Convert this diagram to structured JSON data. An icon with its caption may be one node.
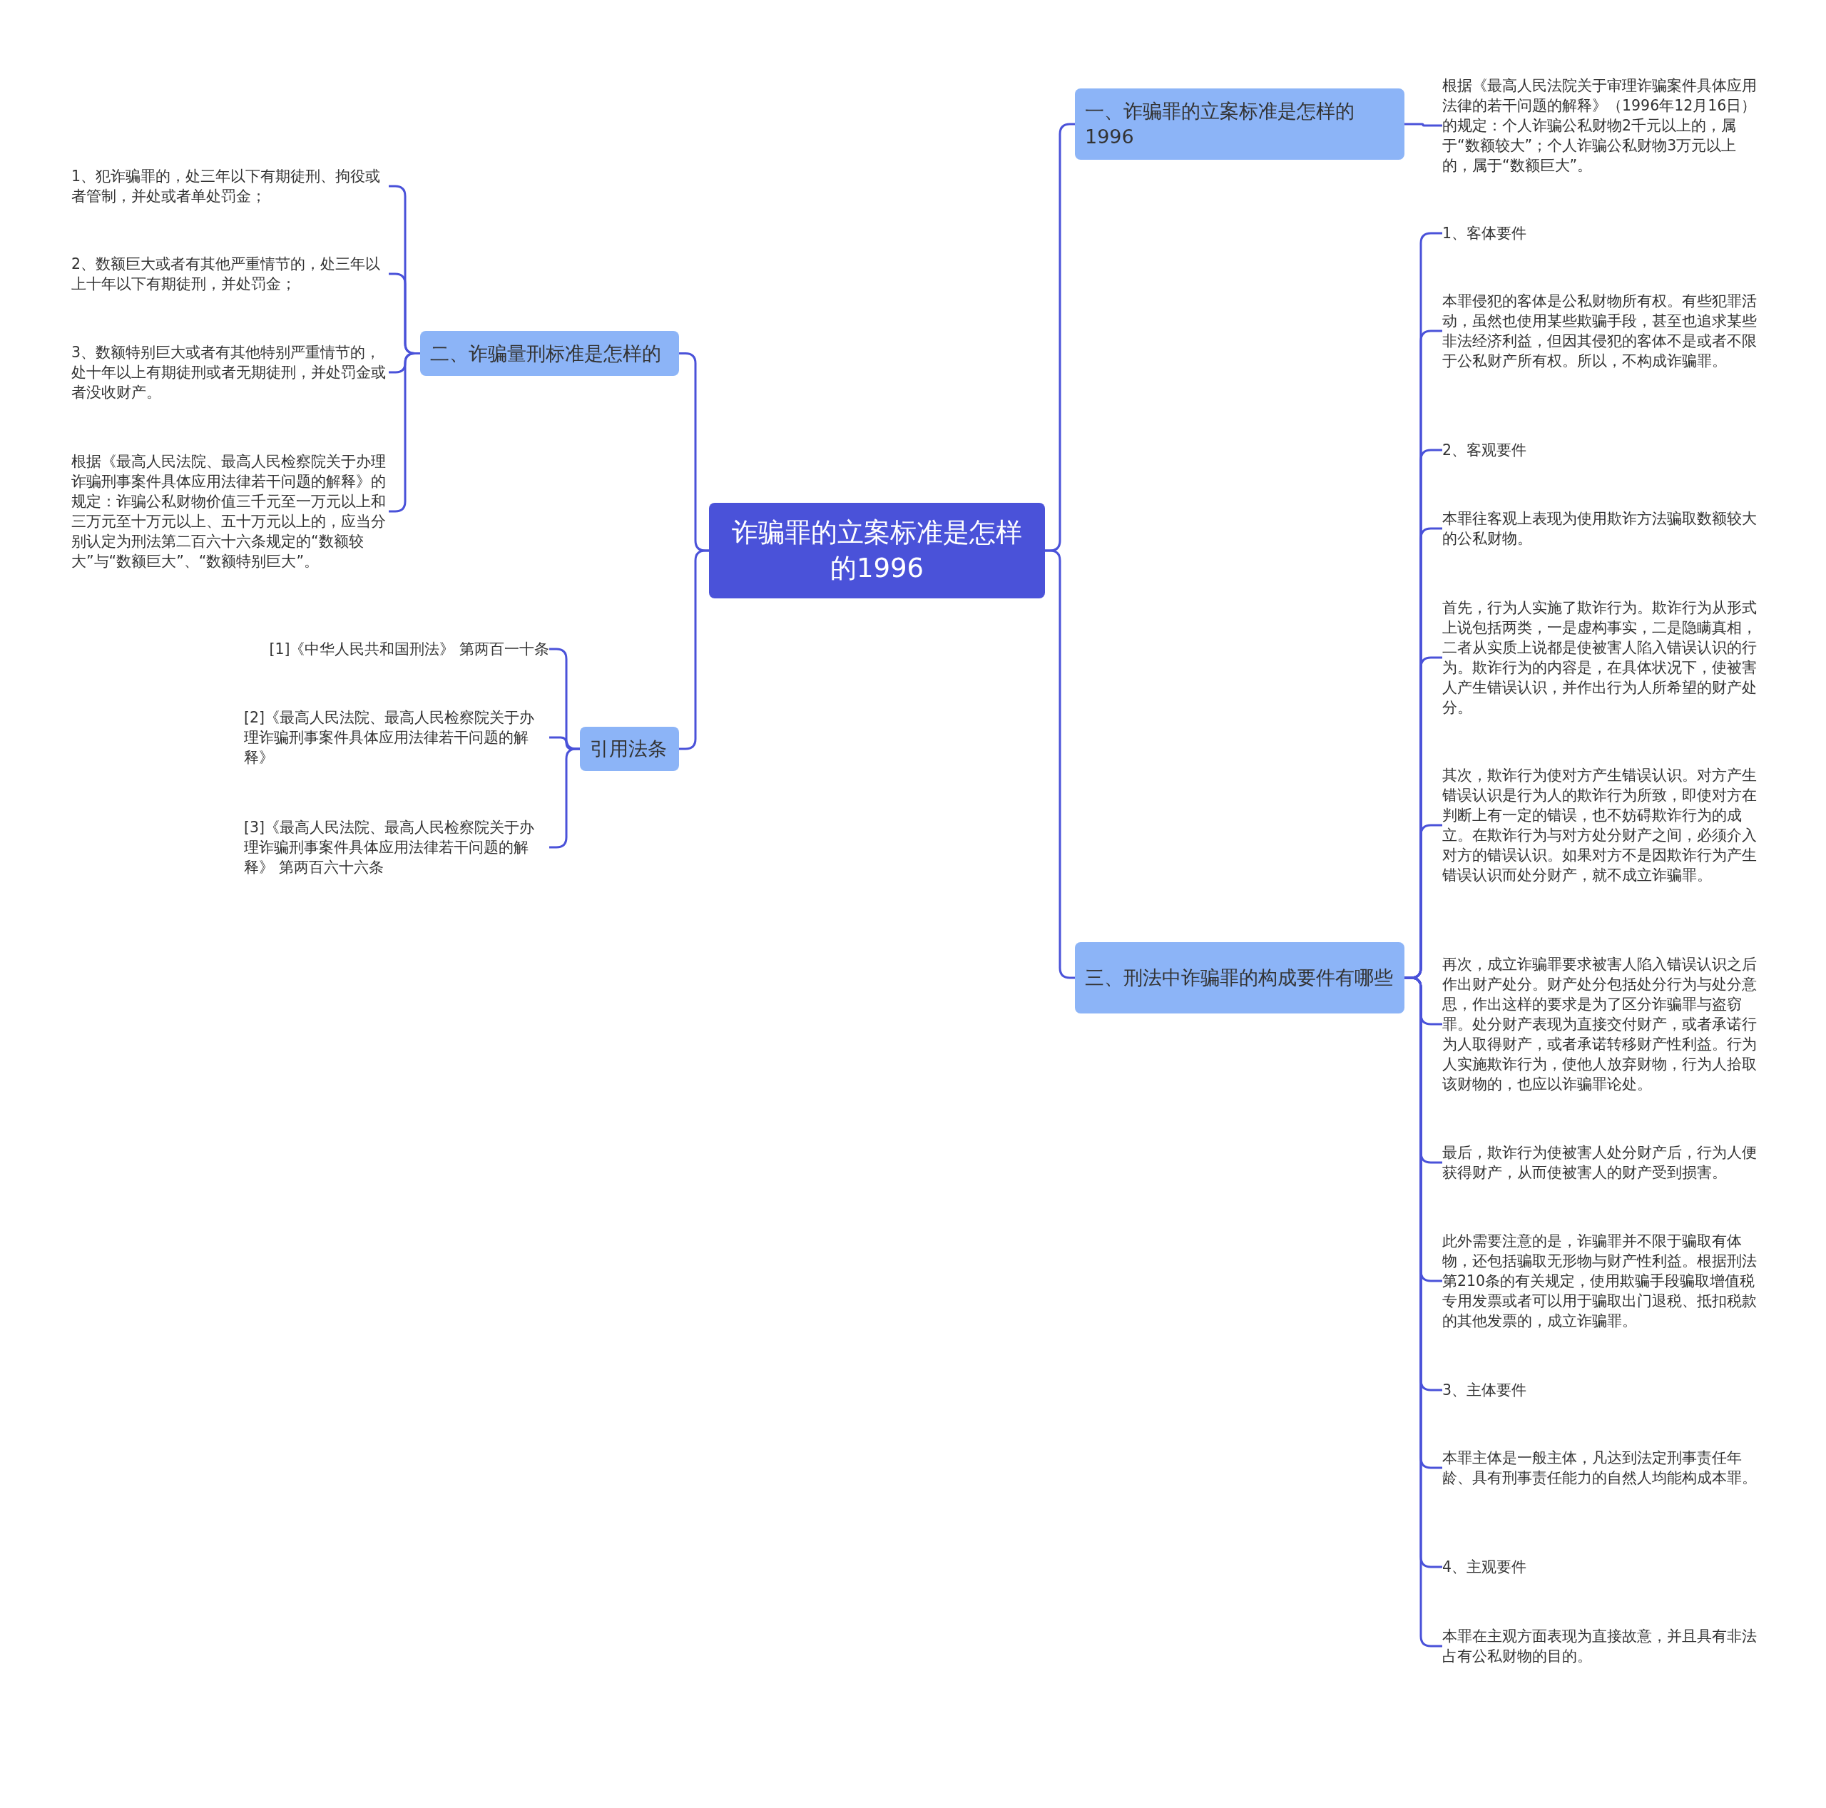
{
  "diagram": {
    "nodes": [
      {
        "text": [
          "诈骗罪的立案标准是怎样的1996"
        ]
      },
      {
        "text": [
          "一、诈骗罪的立案标准是怎样的1996"
        ]
      },
      {
        "text": [
          "根据《最高人民法院关于审理诈骗案件具体应用法律的若干问题的解释》（1996年12月16日）的规定：个人诈骗公私财物2千元以上的，属于“数额较大”；个人诈骗公私财物3万元以上的，属于“数额巨大”。"
        ]
      },
      {
        "text": [
          "二、诈骗量刑标准是怎样的"
        ]
      },
      {
        "text": [
          "1、犯诈骗罪的，处三年以下有期徒刑、拘役或者管制，并处或者单处罚金；"
        ]
      },
      {
        "text": [
          "2、数额巨大或者有其他严重情节的，处三年以上十年以下有期徒刑，并处罚金；"
        ]
      },
      {
        "text": [
          "3、数额特别巨大或者有其他特别严重情节的，处十年以上有期徒刑或者无期徒刑，并处罚金或者没收财产。"
        ]
      },
      {
        "text": [
          "根据《最高人民法院、最高人民检察院关于办理诈骗刑事案件具体应用法律若干问题的解释》的规定：诈骗公私财物价值三千元至一万元以上和三万元至十万元以上、五十万元以上的，应当分别认定为刑法第二百六十六条规定的“数额较大”与“数额巨大”、“数额特别巨大”。"
        ]
      },
      {
        "text": [
          "三、刑法中诈骗罪的构成要件有哪些"
        ]
      },
      {
        "text": [
          "1、客体要件"
        ]
      },
      {
        "text": [
          "本罪侵犯的客体是公私财物所有权。有些犯罪活动，虽然也使用某些欺骗手段，甚至也追求某些非法经济利益，但因其侵犯的客体不是或者不限于公私财产所有权。所以，不构成诈骗罪。"
        ]
      },
      {
        "text": [
          "2、客观要件"
        ]
      },
      {
        "text": [
          "本罪往客观上表现为使用欺诈方法骗取数额较大的公私财物。"
        ]
      },
      {
        "text": [
          "首先，行为人实施了欺诈行为。欺诈行为从形式上说包括两类，一是虚构事实，二是隐瞒真相，二者从实质上说都是使被害人陷入错误认识的行为。欺诈行为的内容是，在具体状况下，使被害人产生错误认识，并作出行为人所希望的财产处分。"
        ]
      },
      {
        "text": [
          "其次，欺诈行为使对方产生错误认识。对方产生错误认识是行为人的欺诈行为所致，即使对方在判断上有一定的错误，也不妨碍欺诈行为的成立。在欺诈行为与对方处分财产之间，必须介入对方的错误认识。如果对方不是因欺诈行为产生错误认识而处分财产，就不成立诈骗罪。"
        ]
      },
      {
        "text": [
          "再次，成立诈骗罪要求被害人陷入错误认识之后作出财产处分。财产处分包括处分行为与处分意思，作出这样的要求是为了区分诈骗罪与盗窃罪。处分财产表现为直接交付财产，或者承诺行为人取得财产，或者承诺转移财产性利益。行为人实施欺诈行为，使他人放弃财物，行为人拾取该财物的，也应以诈骗罪论处。"
        ]
      },
      {
        "text": [
          "最后，欺诈行为使被害人处分财产后，行为人便获得财产，从而使被害人的财产受到损害。"
        ]
      },
      {
        "text": [
          "此外需要注意的是，诈骗罪并不限于骗取有体物，还包括骗取无形物与财产性利益。根据刑法第210条的有关规定，使用欺骗手段骗取增值税专用发票或者可以用于骗取出门退税、抵扣税款的其他发票的，成立诈骗罪。"
        ]
      },
      {
        "text": [
          "3、主体要件"
        ]
      },
      {
        "text": [
          "本罪主体是一般主体，凡达到法定刑事责任年龄、具有刑事责任能力的自然人均能构成本罪。"
        ]
      },
      {
        "text": [
          "4、主观要件"
        ]
      },
      {
        "text": [
          "本罪在主观方面表现为直接故意，并且具有非法占有公私财物的目的。"
        ]
      },
      {
        "text": [
          "引用法条"
        ]
      },
      {
        "text": [
          "[1]《中华人民共和国刑法》 第两百一十条"
        ]
      },
      {
        "text": [
          "[2]《最高人民法院、最高人民检察院关于办理诈骗刑事案件具体应用法律若干问题的解释》"
        ]
      },
      {
        "text": [
          "[3]《最高人民法院、最高人民检察院关于办理诈骗刑事案件具体应用法律若干问题的解释》 第两百六十六条"
        ]
      }
    ],
    "edges": [
      {
        "from": 0,
        "to": 1,
        "arrow": "none"
      },
      {
        "from": 1,
        "to": 2,
        "arrow": "none"
      },
      {
        "from": 0,
        "to": 3,
        "arrow": "none"
      },
      {
        "from": 3,
        "to": 4,
        "arrow": "none"
      },
      {
        "from": 3,
        "to": 5,
        "arrow": "none"
      },
      {
        "from": 3,
        "to": 6,
        "arrow": "none"
      },
      {
        "from": 3,
        "to": 7,
        "arrow": "none"
      },
      {
        "from": 0,
        "to": 8,
        "arrow": "none"
      },
      {
        "from": 8,
        "to": 9,
        "arrow": "none"
      },
      {
        "from": 8,
        "to": 10,
        "arrow": "none"
      },
      {
        "from": 8,
        "to": 11,
        "arrow": "none"
      },
      {
        "from": 8,
        "to": 12,
        "arrow": "none"
      },
      {
        "from": 8,
        "to": 13,
        "arrow": "none"
      },
      {
        "from": 8,
        "to": 14,
        "arrow": "none"
      },
      {
        "from": 8,
        "to": 15,
        "arrow": "none"
      },
      {
        "from": 8,
        "to": 16,
        "arrow": "none"
      },
      {
        "from": 8,
        "to": 17,
        "arrow": "none"
      },
      {
        "from": 8,
        "to": 18,
        "arrow": "none"
      },
      {
        "from": 8,
        "to": 19,
        "arrow": "none"
      },
      {
        "from": 8,
        "to": 20,
        "arrow": "none"
      },
      {
        "from": 8,
        "to": 21,
        "arrow": "none"
      },
      {
        "from": 0,
        "to": 22,
        "arrow": "none"
      },
      {
        "from": 22,
        "to": 23,
        "arrow": "none"
      },
      {
        "from": 22,
        "to": 24,
        "arrow": "none"
      },
      {
        "from": 22,
        "to": 25,
        "arrow": "none"
      }
    ]
  }
}
